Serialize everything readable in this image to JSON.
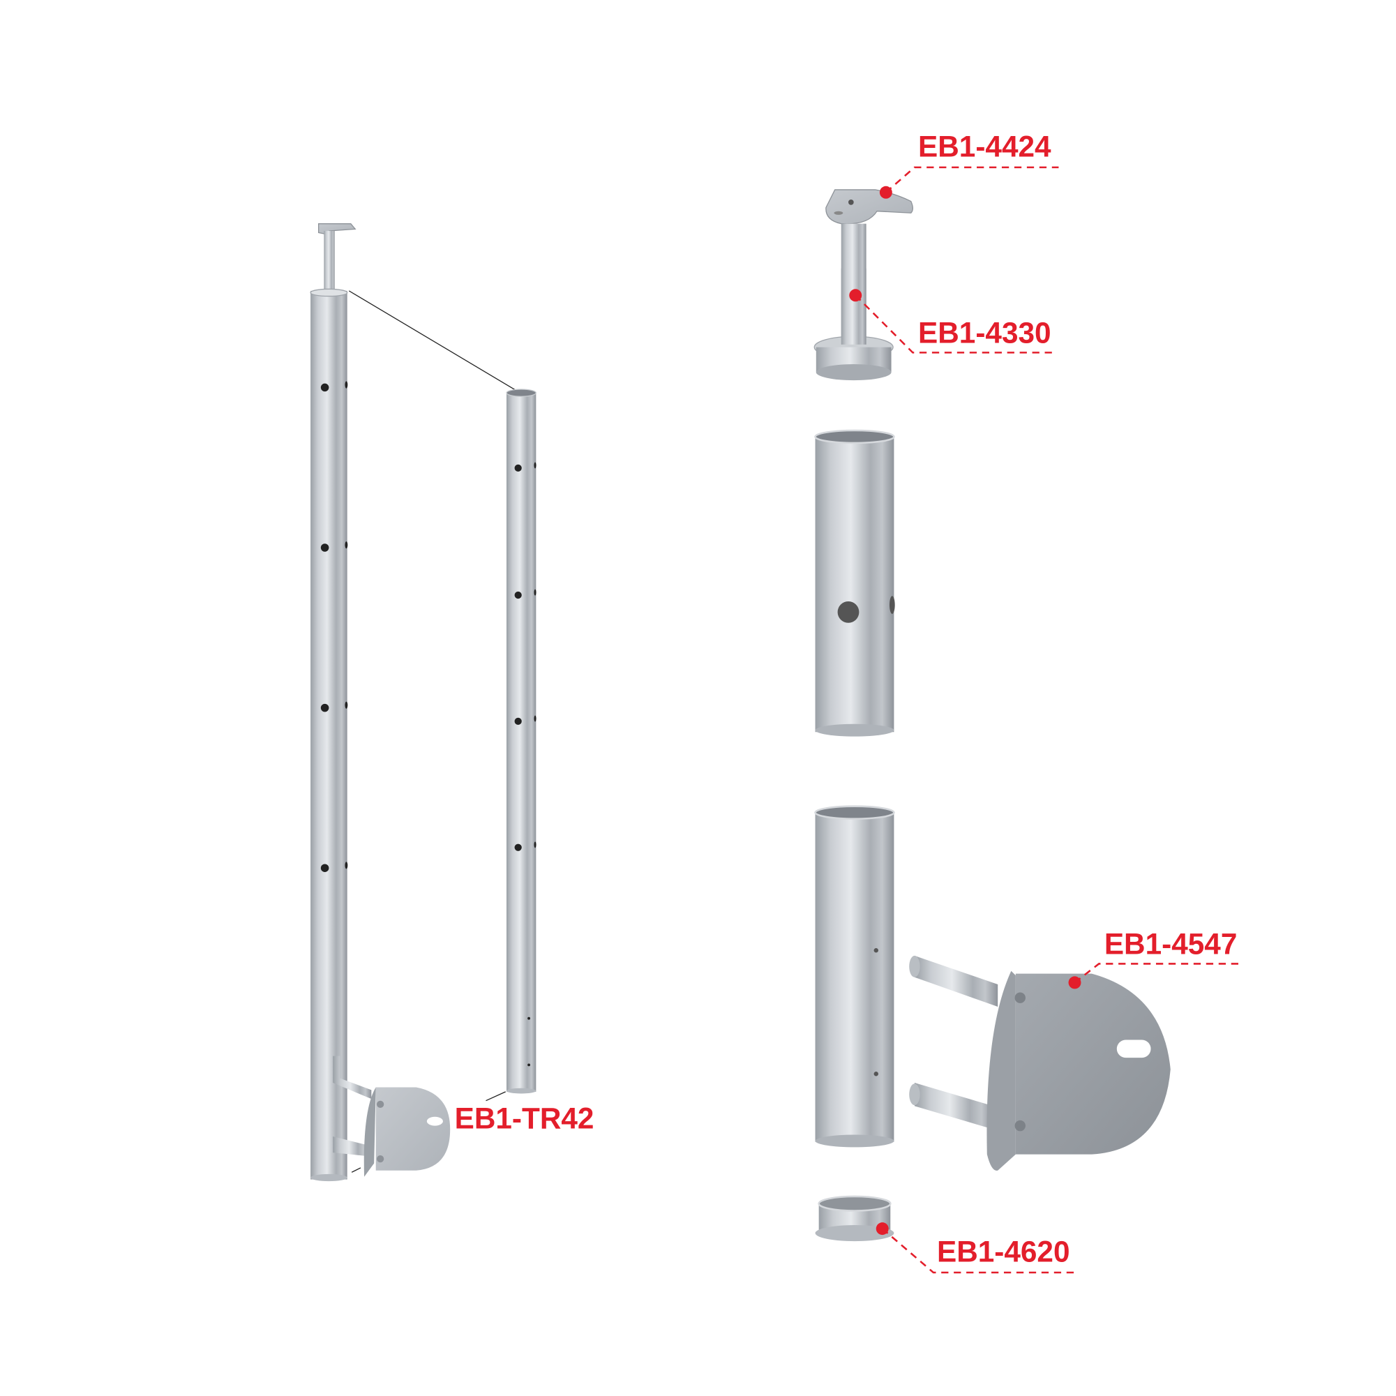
{
  "colors": {
    "accent": "#e31e2b",
    "steel_light": "#d4d8dd",
    "steel_dark": "#8d9299"
  },
  "labels": {
    "handrail_bracket": "EB1-4424",
    "post_adapter": "EB1-4330",
    "side_mount_bracket": "EB1-4547",
    "base_ring": "EB1-4620",
    "full_post": "EB1-TR42"
  }
}
